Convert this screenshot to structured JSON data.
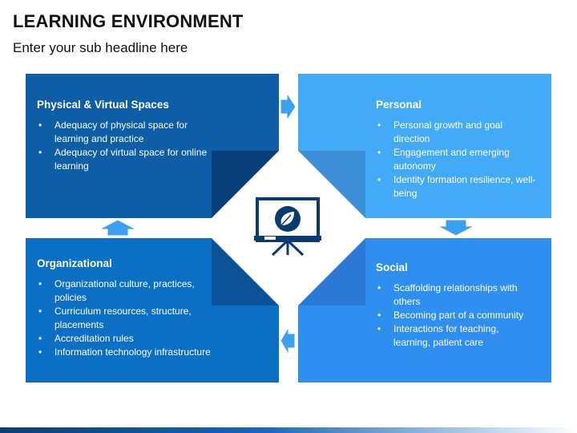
{
  "header": {
    "title": "LEARNING ENVIRONMENT",
    "subtitle": "Enter your sub headline here"
  },
  "panels": [
    {
      "title": "Physical & Virtual Spaces",
      "bullets": [
        "Adequacy of physical space for learning and practice",
        "Adequacy of virtual space for online learning"
      ]
    },
    {
      "title": "Personal",
      "bullets": [
        "Personal growth and goal direction",
        "Engagement and emerging autonomy",
        "Identity formation resilience, well-being"
      ]
    },
    {
      "title": "Organizational",
      "bullets": [
        "Organizational culture, practices, policies",
        "Curriculum resources, structure, placements",
        "Accreditation rules",
        "Information technology infrastructure"
      ]
    },
    {
      "title": "Social",
      "bullets": [
        "Scaffolding relationships with others",
        "Becoming part of a community",
        "Interactions for teaching, learning, patient care"
      ]
    }
  ],
  "center_icon": "presentation-board-leaf-icon",
  "colors": {
    "top_left": "#0d5ea6",
    "top_right": "#42aaf7",
    "bottom_left": "#0b6fc4",
    "bottom_right": "#2e8ff0",
    "fold_dark": "#083f78",
    "fold_mid": "#0b5299",
    "fold_light": "#3a8fd6",
    "fold_br": "#2b79d6",
    "arrow": "#3c9fef",
    "icon": "#0a3a72"
  }
}
